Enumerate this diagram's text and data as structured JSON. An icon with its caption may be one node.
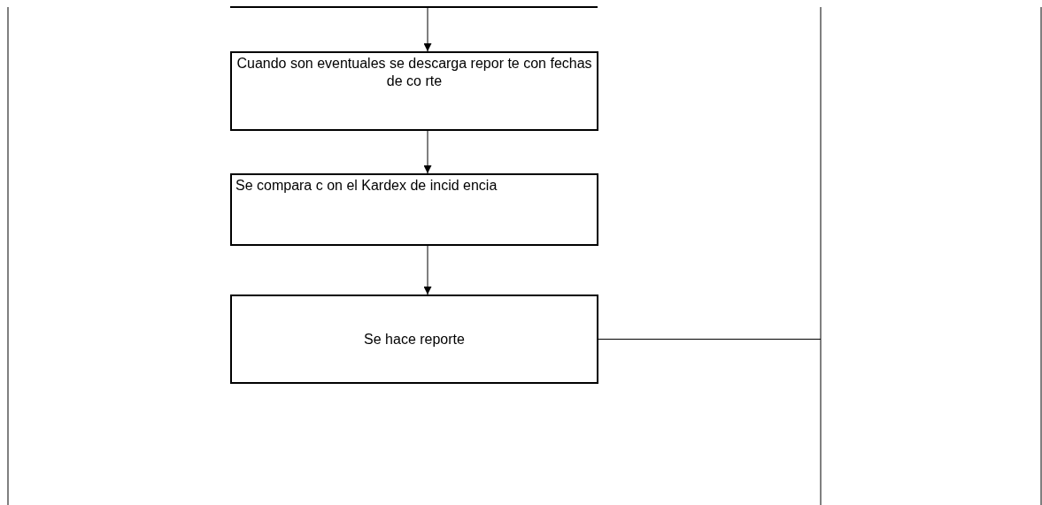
{
  "diagram": {
    "nodes": [
      {
        "text": [
          "Cuando son eventuales se descarga repor te con fechas de co rte"
        ]
      },
      {
        "text": [
          "Se compara c on el Kardex de incid encia"
        ]
      },
      {
        "text": [
          "Se hace reporte"
        ]
      }
    ],
    "edges": [
      {
        "from": null,
        "to": 0,
        "arrow": "to"
      },
      {
        "from": 0,
        "to": 1,
        "arrow": "to"
      },
      {
        "from": 1,
        "to": 2,
        "arrow": "to"
      },
      {
        "from": 2,
        "to": null,
        "arrow": "none"
      }
    ]
  }
}
